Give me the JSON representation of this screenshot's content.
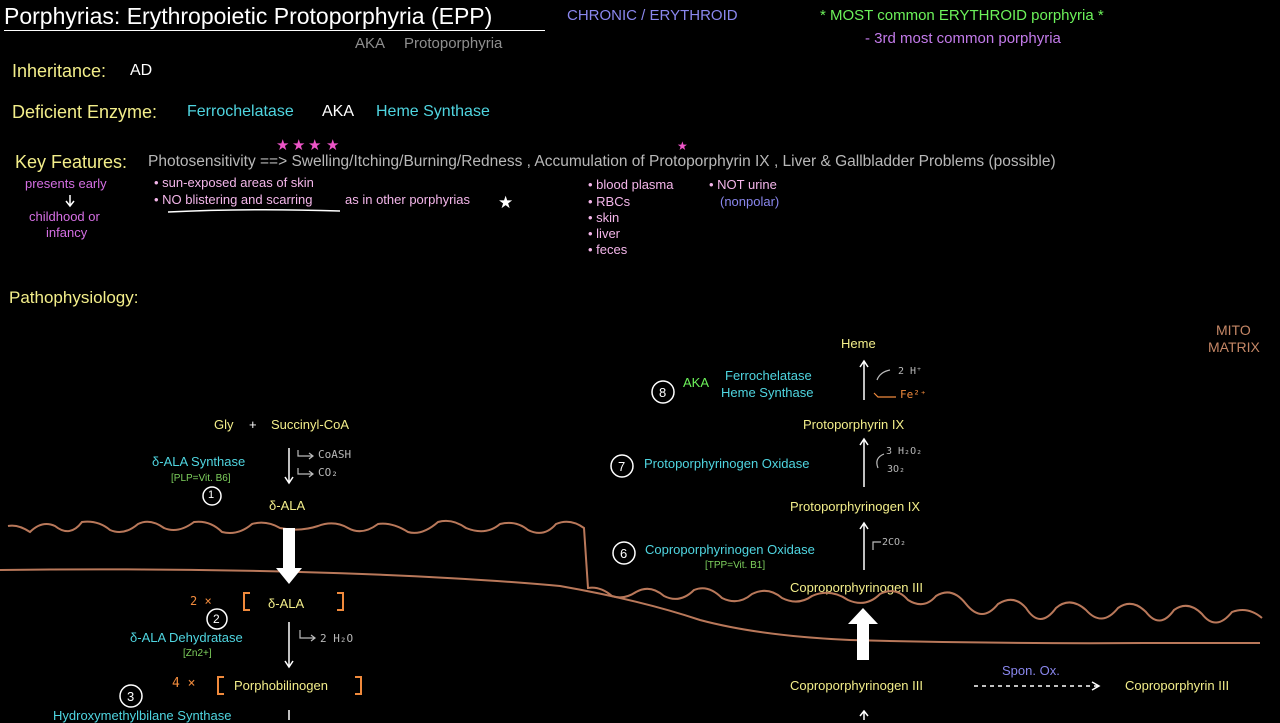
{
  "header": {
    "title": "Porphyrias: Erythropoietic Protoporphyria (EPP)",
    "category": "CHRONIC / ERYTHROID",
    "aka_label": "AKA",
    "aka_value": "Protoporphyria",
    "note_common": "* MOST common ERYTHROID porphyria *",
    "note_third": "- 3rd most common porphyria"
  },
  "inheritance": {
    "label": "Inheritance:",
    "value": "AD"
  },
  "enzyme": {
    "label": "Deficient Enzyme:",
    "name": "Ferrochelatase",
    "aka": "AKA",
    "alt": "Heme Synthase"
  },
  "features": {
    "label": "Key Features:",
    "text": "Photosensitivity ==> Swelling/Itching/Burning/Redness , Accumulation of Protoporphyrin IX , Liver & Gallbladder Problems (possible)",
    "presents_early": "presents early",
    "childhood": "childhood or",
    "infancy": "infancy",
    "skin_bullets": [
      "• sun-exposed areas of skin",
      "• NO blistering and scarring"
    ],
    "skin_suffix": "as in other porphyrias",
    "accum_bullets": [
      "• blood plasma",
      "• RBCs",
      "• skin",
      "• liver",
      "• feces"
    ],
    "not_urine": "• NOT urine",
    "nonpolar": "(nonpolar)"
  },
  "patho": {
    "label": "Pathophysiology:",
    "mito": "MITO",
    "matrix": "MATRIX"
  },
  "pathway": {
    "gly": "Gly",
    "plus": "+",
    "succinyl": "Succinyl-CoA",
    "ala_synthase": "δ-ALA Synthase",
    "plp": "[PLP=Vit. B6]",
    "coash": "CoASH",
    "co2": "CO₂",
    "ala": "δ-ALA",
    "two_x": "2 ×",
    "ala_cyto": "δ-ALA",
    "ala_dehydratase": "δ-ALA Dehydratase",
    "zn": "[Zn2+]",
    "h2o": "2 H₂O",
    "four_x": "4 ×",
    "pbg": "Porphobilinogen",
    "hmb_synthase": "Hydroxymethylbilane Synthase",
    "heme": "Heme",
    "aka_label": "AKA",
    "ferrochelatase": "Ferrochelatase",
    "heme_synthase": "Heme Synthase",
    "h_plus": "2 H⁺",
    "fe": "Fe²⁺",
    "protoporphyrin_ix": "Protoporphyrin IX",
    "pp_oxidase": "Protoporphyrinogen Oxidase",
    "h2o2": "3 H₂O₂",
    "o2": "3O₂",
    "protoporphyrinogen_ix": "Protoporphyrinogen IX",
    "cp_oxidase": "Coproporphyrinogen Oxidase",
    "tpp": "[TPP=Vit. B1]",
    "two_co2": "2CO₂",
    "coproporphyrinogen_iii_mito": "Coproporphyrinogen III",
    "coproporphyrinogen_iii_cyto": "Coproporphyrinogen III",
    "spon_ox": "Spon. Ox.",
    "coproporphyrin_iii": "Coproporphyrin III",
    "step_numbers": [
      "1",
      "2",
      "3",
      "6",
      "7",
      "8"
    ]
  },
  "colors": {
    "background": "#000000",
    "yellow": "#f3ee8a",
    "cyan": "#4fd5e0",
    "membrane": "#b9785a",
    "magenta": "#ee55c8",
    "orange": "#f08a3c"
  }
}
